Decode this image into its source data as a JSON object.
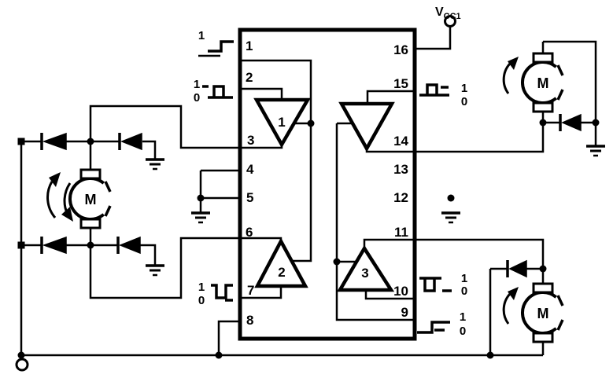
{
  "colors": {
    "ink": "#000000",
    "background": "#ffffff"
  },
  "power": {
    "main": "V",
    "sub": "CC1"
  },
  "ic": {
    "left_pins": [
      "1",
      "2",
      "3",
      "4",
      "5",
      "6",
      "7",
      "8"
    ],
    "right_pins": [
      "16",
      "15",
      "14",
      "13",
      "12",
      "11",
      "10",
      "9"
    ],
    "driver_labels": {
      "driver1": "1",
      "driver2": "2",
      "driver3": "3"
    }
  },
  "motors": {
    "left_label": "M",
    "top_right_label": "M",
    "bottom_right_label": "M"
  },
  "signal_annotations": {
    "pin1": {
      "glyph": "step-up-icon",
      "high": "1"
    },
    "pin2": {
      "glyph": "pulse-high-icon",
      "high": "1",
      "low": "0"
    },
    "pin7": {
      "glyph": "pulse-low-icon",
      "high": "1",
      "low": "0"
    },
    "pin15": {
      "glyph": "pulse-high-icon",
      "high": "1",
      "low": "0"
    },
    "pin10": {
      "glyph": "pulse-low-icon",
      "high": "1",
      "low": "0"
    },
    "pin9": {
      "glyph": "step-up-icon",
      "high": "1",
      "low": "0"
    }
  }
}
